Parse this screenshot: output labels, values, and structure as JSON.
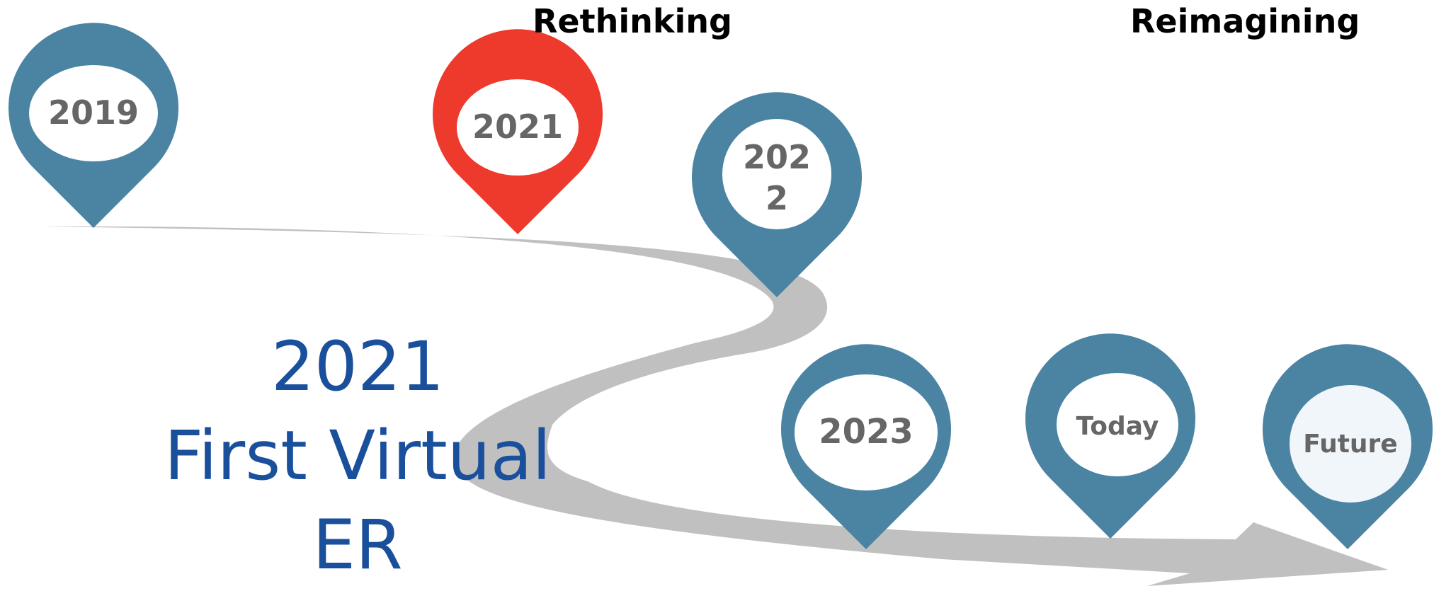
{
  "headings": {
    "left": "Rethinking",
    "right": "Reimagining"
  },
  "colors": {
    "pin": "#4a84a2",
    "pin_highlight": "#ee3a2d",
    "pin_label": "#666666",
    "road": "#c0c0c0",
    "feature_text": "#1a4f9c"
  },
  "milestones": [
    {
      "label": "2019",
      "highlight": false
    },
    {
      "label": "2021",
      "highlight": true
    },
    {
      "label": "202\n2",
      "highlight": false
    },
    {
      "label": "2023",
      "highlight": false
    },
    {
      "label": "Today",
      "highlight": false
    },
    {
      "label": "Future",
      "highlight": false
    }
  ],
  "feature": {
    "line1": "2021",
    "line2": "First Virtual",
    "line3": "ER"
  }
}
